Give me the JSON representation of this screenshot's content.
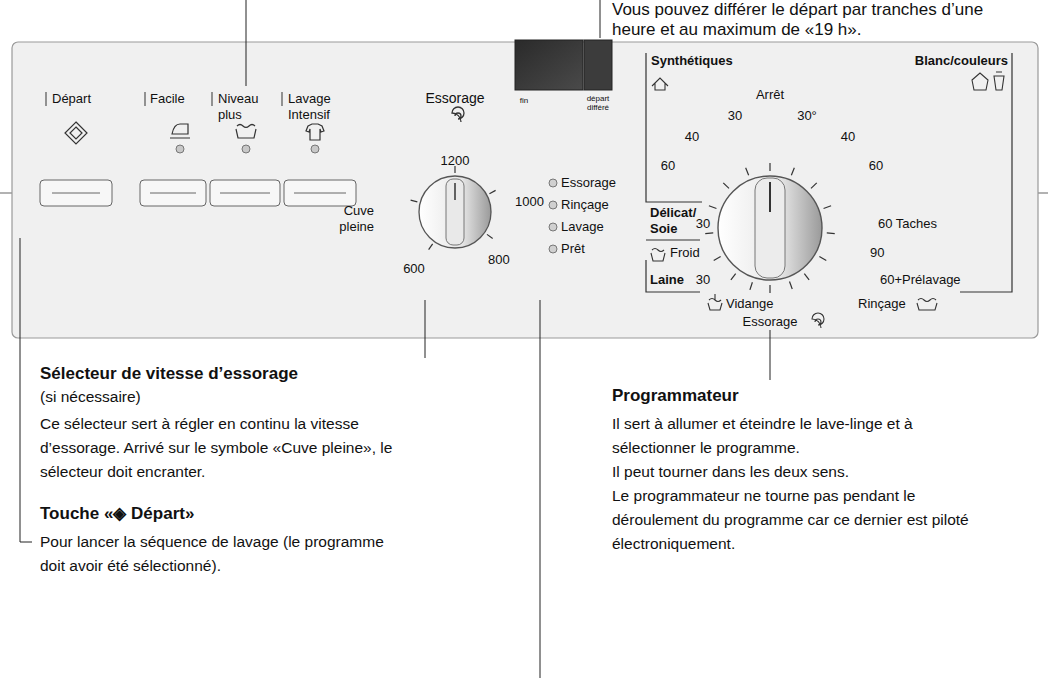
{
  "diagram": {
    "labels": [
      "Vous pouvez différer le départ par tranches d’une heure et au maximum de «19 h».",
      "Départ",
      "Facile",
      "Niveau plus",
      "Lavage Intensif",
      "Essorage",
      "1200",
      "1000",
      "Cuve pleine",
      "800",
      "600",
      "fin",
      "départ différé",
      "Essorage",
      "Rinçage",
      "Lavage",
      "Prêt",
      "Synthétiques",
      "Blanc/couleurs",
      "Arrêt",
      "30",
      "30°",
      "40",
      "40",
      "60",
      "60",
      "Délicat/ Soie",
      "30",
      "60 Taches",
      "Froid",
      "90",
      "Laine",
      "30",
      "60+Prélavage",
      "Vidange",
      "Rinçage",
      "Essorage",
      "Sélecteur de vitesse d’essorage",
      "(si nécessaire)",
      "Ce sélecteur sert à régler en continu la vitesse d’essorage. Arrivé sur le symbole «Cuve pleine», le sélecteur doit encranter.",
      "Touche «◈ Départ»",
      "Pour lancer la séquence de lavage (le programme doit avoir été sélectionné).",
      "Programmateur",
      "Il sert à allumer et éteindre le lave-linge et à sélectionner le programme.",
      "Il peut tourner dans les deux sens.",
      "Le programmateur ne tourne pas pendant le déroulement du programme car ce dernier est piloté électroniquement."
    ]
  }
}
